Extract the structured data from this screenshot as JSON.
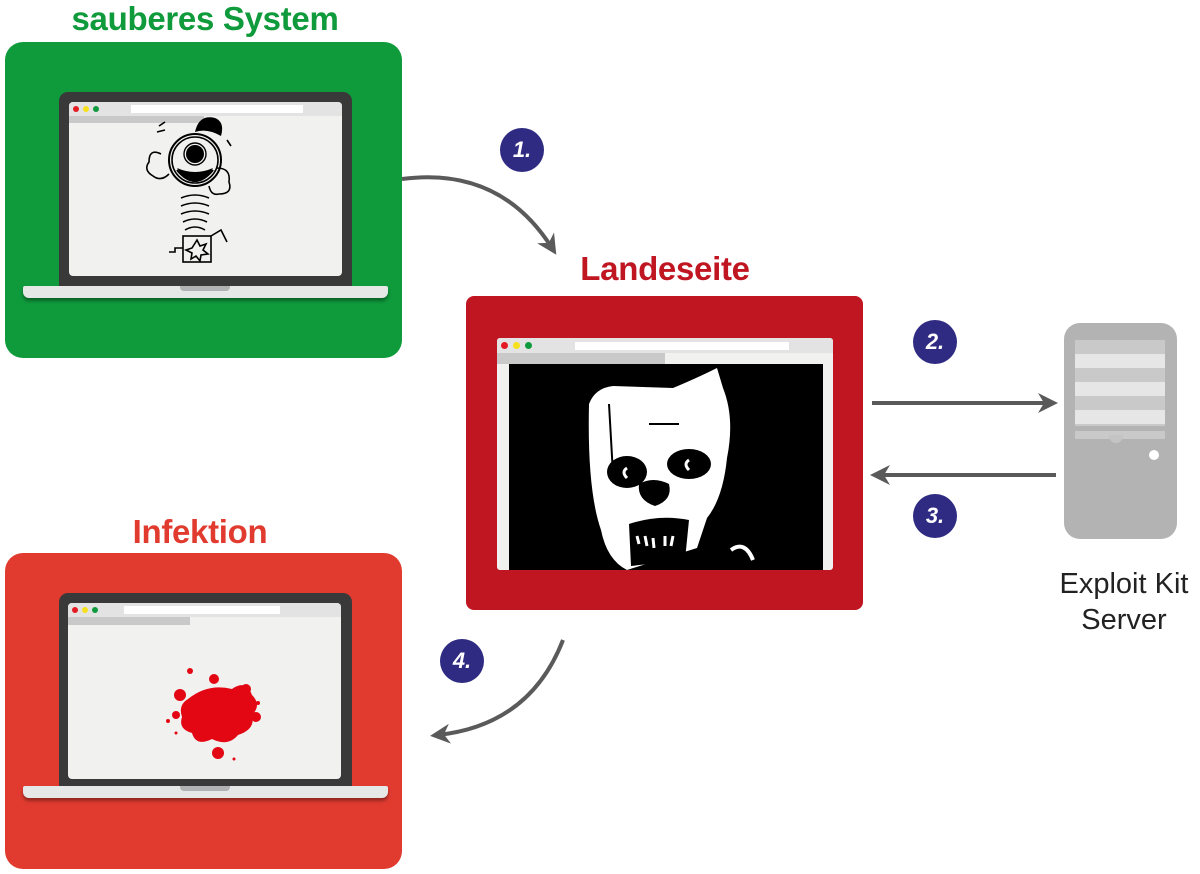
{
  "stages": {
    "clean": {
      "title": "sauberes System",
      "color": "#0f9a3c"
    },
    "landing": {
      "title": "Landeseite",
      "color": "#c01622"
    },
    "infection": {
      "title": "Infektion",
      "color": "#e13b30"
    }
  },
  "server": {
    "label_line1": "Exploit Kit",
    "label_line2": "Server",
    "color": "#b3b3b3"
  },
  "steps": [
    {
      "label": "1.",
      "from": "sauberes System",
      "to": "Landeseite"
    },
    {
      "label": "2.",
      "from": "Landeseite",
      "to": "Exploit Kit Server"
    },
    {
      "label": "3.",
      "from": "Exploit Kit Server",
      "to": "Landeseite"
    },
    {
      "label": "4.",
      "from": "Landeseite",
      "to": "Infektion"
    }
  ],
  "colors": {
    "badge": "#2f2a82",
    "arrow": "#5a5a5a",
    "blood": "#e30613"
  },
  "icons": {
    "clean_screen": "jack-in-the-box-clown",
    "landing_screen": "evil-clown-face",
    "infection_screen": "blood-splatter",
    "server": "server-tower"
  }
}
